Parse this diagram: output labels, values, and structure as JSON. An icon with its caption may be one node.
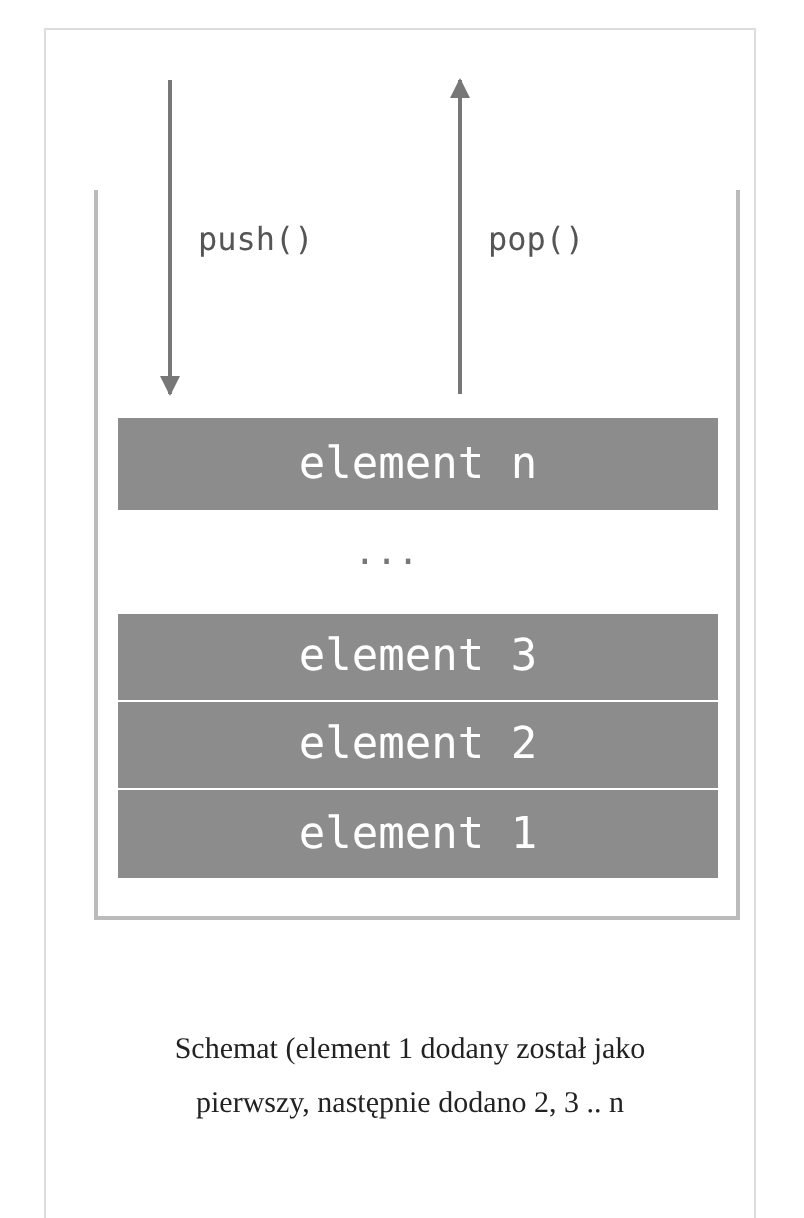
{
  "diagram": {
    "caption": "Schemat (element 1 dodany został jako pierwszy, następnie dodano 2, 3 .. n",
    "nodes": [
      {
        "text": [],
        "shape": "box"
      },
      {
        "text": [
          "element n"
        ],
        "in": 0
      },
      {
        "text": [
          "element 3"
        ],
        "in": 0
      },
      {
        "text": [
          "element 2"
        ],
        "in": 0
      },
      {
        "text": [
          "element 1"
        ],
        "in": 0
      }
    ],
    "edges": [
      {
        "from": null,
        "to": 1,
        "arrow": "to",
        "label": "push()"
      },
      {
        "from": 1,
        "to": null,
        "arrow": "to",
        "label": "pop()"
      }
    ],
    "labels": [
      "..."
    ]
  }
}
